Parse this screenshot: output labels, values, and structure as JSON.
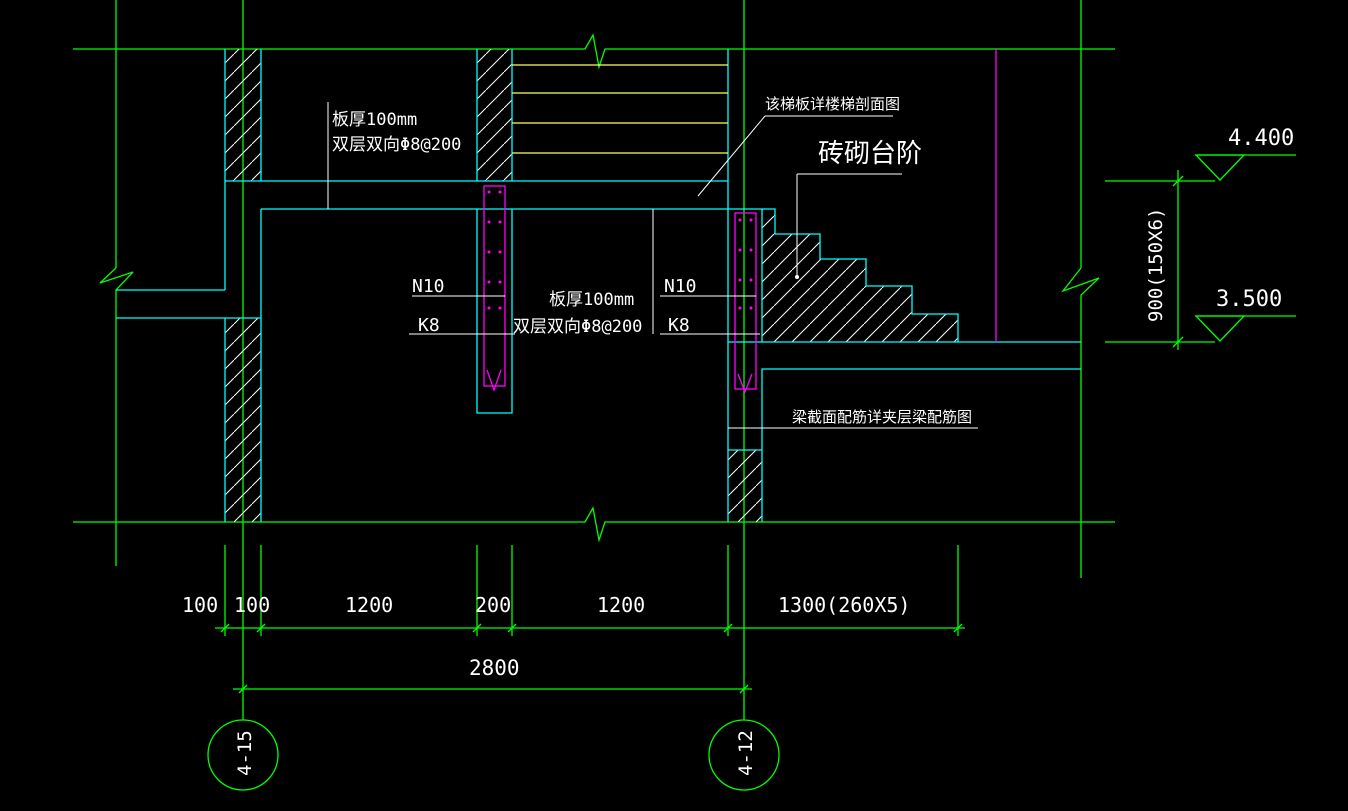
{
  "drawing": {
    "notes": {
      "slab_left_line1": "板厚100mm",
      "slab_left_line2": "双层双向Φ8@200",
      "slab_mid_line1": "板厚100mm",
      "slab_mid_line2": "双层双向Φ8@200",
      "stair_ref": "该梯板详楼梯剖面图",
      "brick_steps": "砖砌台阶",
      "beam_ref": "梁截面配筋详夹层梁配筋图"
    },
    "rebar_labels": {
      "left_top": "N10",
      "left_bottom": "K8",
      "right_top": "N10",
      "right_bottom": "K8"
    },
    "levels": {
      "upper": "4.400",
      "lower": "3.500",
      "height_dim": "900(150X6)"
    },
    "dimensions": {
      "d1": "100",
      "d2": "100",
      "d3": "1200",
      "d4": "200",
      "d5": "1200",
      "d6": "1300(260X5)",
      "total": "2800"
    },
    "axes": {
      "left": "4-15",
      "right": "4-12"
    },
    "colors": {
      "background": "#000000",
      "grid_green": "#00ff00",
      "outline_cyan": "#00ffff",
      "text_white": "#ffffff",
      "rebar_magenta": "#ff00ff",
      "stair_yellow": "#ffff66"
    }
  }
}
